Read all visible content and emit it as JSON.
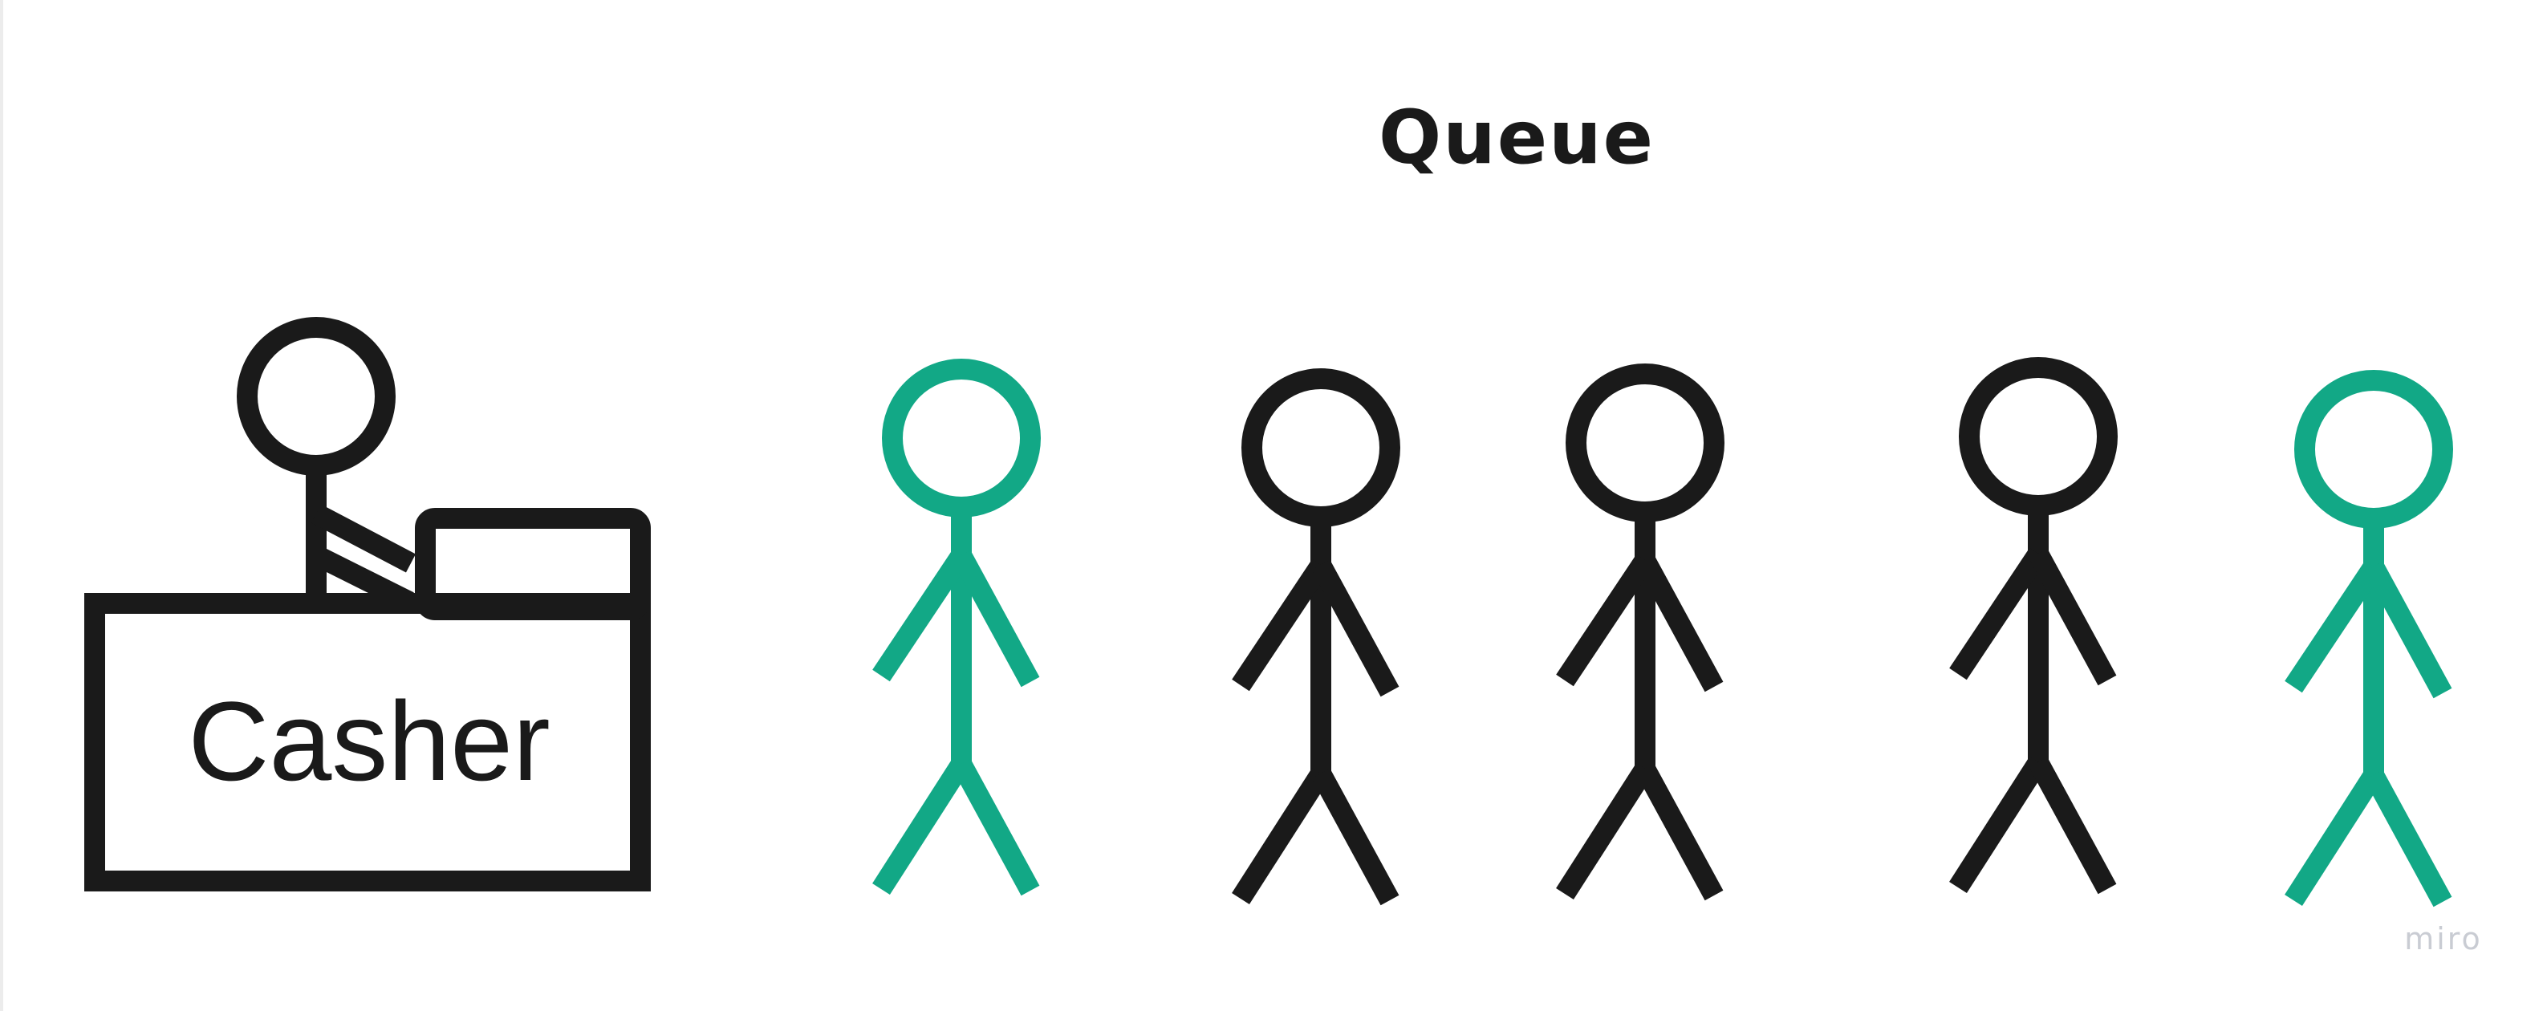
{
  "title": "Queue",
  "casher": {
    "label": "Casher"
  },
  "queue": {
    "people": [
      {
        "id": "person-1",
        "color": "#12a886"
      },
      {
        "id": "person-2",
        "color": "#1a1a1a"
      },
      {
        "id": "person-3",
        "color": "#1a1a1a"
      },
      {
        "id": "person-4",
        "color": "#1a1a1a"
      },
      {
        "id": "person-5",
        "color": "#12a886"
      }
    ]
  },
  "colors": {
    "accent": "#12a886",
    "ink": "#1a1a1a"
  },
  "watermark": "miro"
}
